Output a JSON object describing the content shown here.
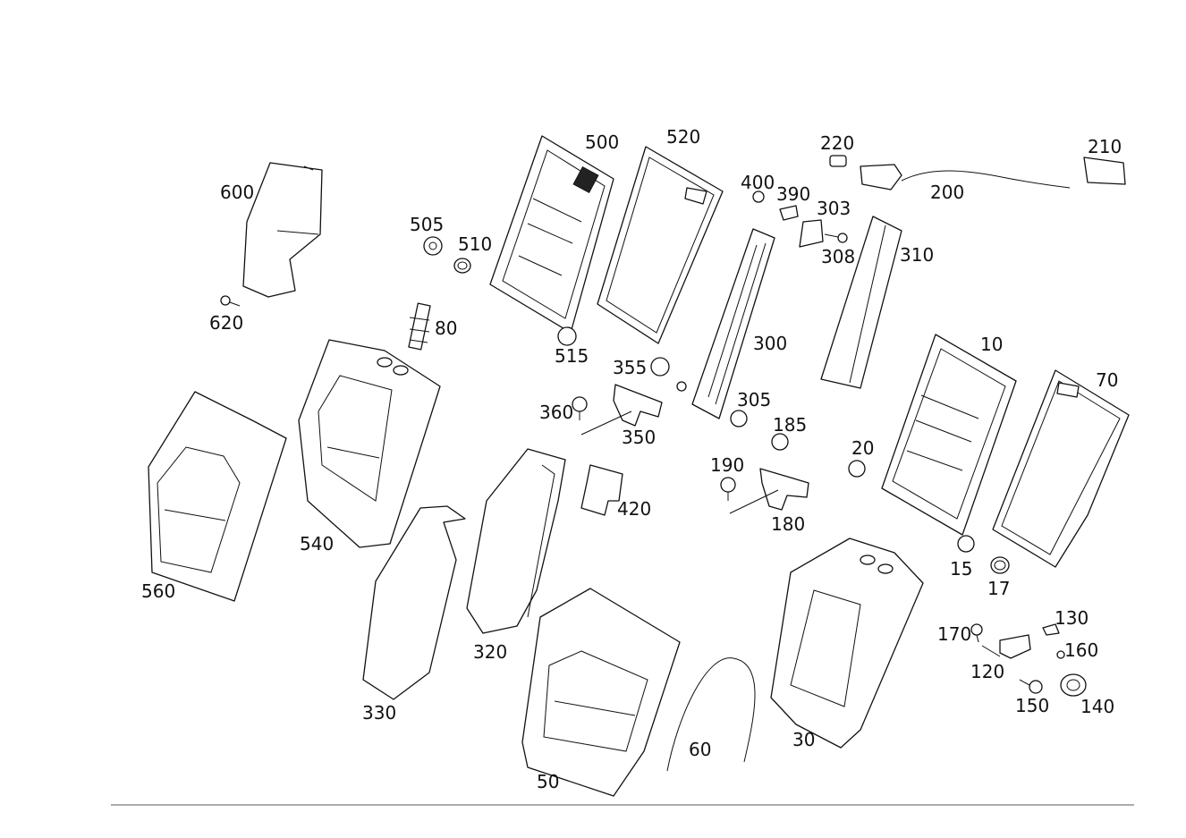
{
  "labels": {
    "p10": "10",
    "p15": "15",
    "p17": "17",
    "p20": "20",
    "p30": "30",
    "p50": "50",
    "p60": "60",
    "p70": "70",
    "p80": "80",
    "p120": "120",
    "p130": "130",
    "p140": "140",
    "p150": "150",
    "p160": "160",
    "p170": "170",
    "p180": "180",
    "p185": "185",
    "p190": "190",
    "p200": "200",
    "p210": "210",
    "p220": "220",
    "p300": "300",
    "p303": "303",
    "p305": "305",
    "p308": "308",
    "p310": "310",
    "p320": "320",
    "p330": "330",
    "p350": "350",
    "p355": "355",
    "p360": "360",
    "p390": "390",
    "p400": "400",
    "p420": "420",
    "p500": "500",
    "p505": "505",
    "p510": "510",
    "p515": "515",
    "p520": "520",
    "p540": "540",
    "p560": "560",
    "p600": "600",
    "p620": "620"
  }
}
